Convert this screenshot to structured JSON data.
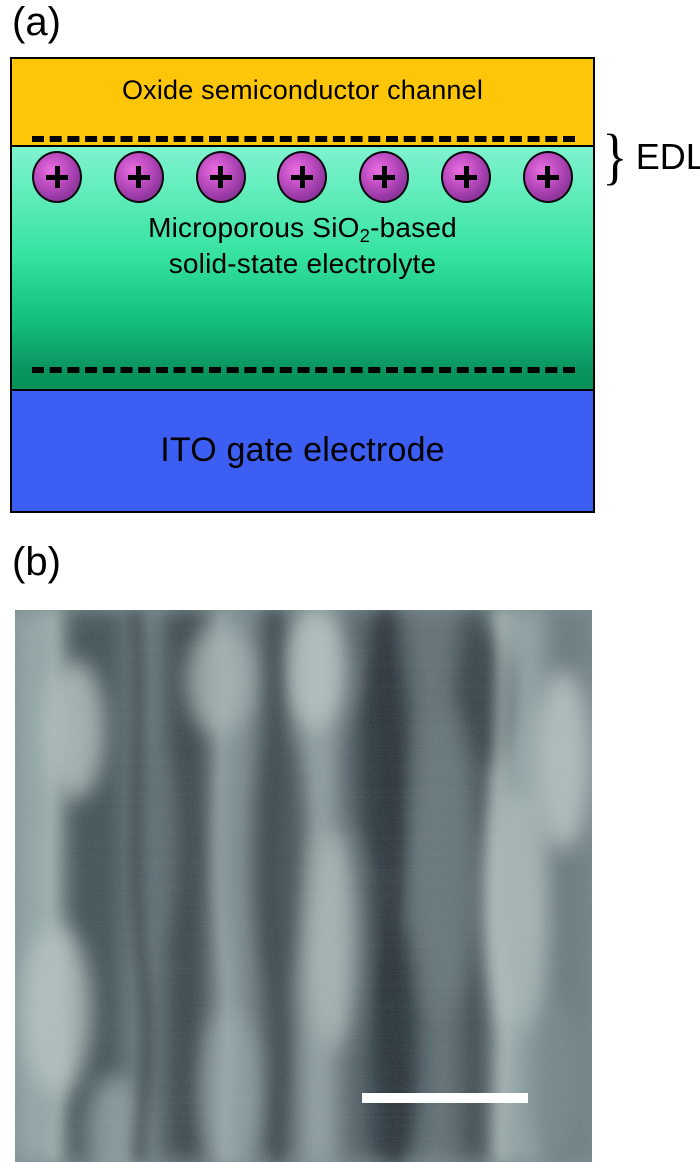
{
  "figure": {
    "panels": [
      {
        "tag": "a",
        "label": "(a)",
        "type": "device-schematic"
      },
      {
        "tag": "b",
        "label": "(b)",
        "type": "afm-micrograph"
      }
    ]
  },
  "schematic": {
    "layers": [
      {
        "name": "channel",
        "label": "Oxide semiconductor channel",
        "color": "#FDC608"
      },
      {
        "name": "electrolyte",
        "label_line1": "Microporous SiO",
        "label_sub": "2",
        "label_line1_tail": "-based",
        "label_line2": "solid-state electrolyte",
        "color_top": "#7FF2D0",
        "color_bottom": "#059256"
      },
      {
        "name": "gate",
        "label": "ITO gate electrode",
        "color": "#3C5EF2"
      }
    ],
    "ions": {
      "count": 7,
      "symbol": "+",
      "color_center": "#E96FE0",
      "color_edge": "#6B2678"
    },
    "charge_lines": {
      "top": "negative-dashed-line",
      "bottom": "negative-dashed-line",
      "dash_color": "#000000"
    },
    "annotation": {
      "brace": "}",
      "label": "EDL"
    }
  },
  "micrograph": {
    "scale_bar": {
      "color": "#FFFFFF",
      "label": ""
    },
    "description": "grayscale surface morphology"
  }
}
